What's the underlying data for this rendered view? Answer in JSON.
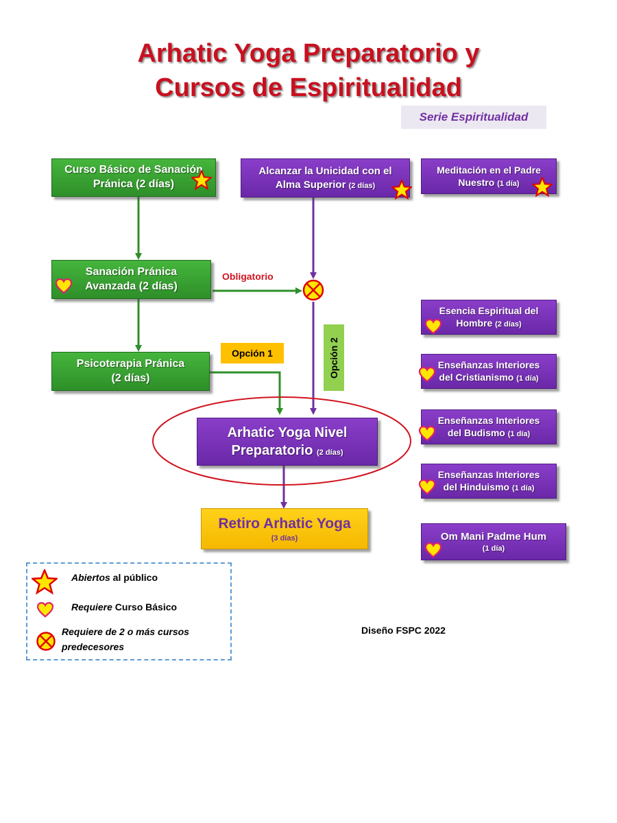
{
  "title": {
    "line1": "Arhatic Yoga Preparatorio y",
    "line2": "Cursos de Espiritualidad"
  },
  "series_label": "Serie Espiritualidad",
  "courses": {
    "curso_basico": {
      "line1": "Curso Básico de Sanación",
      "line2": "Pránica (2 días)",
      "icon": "star-icon"
    },
    "sanacion_avanzada": {
      "line1": "Sanación Pránica",
      "line2": "Avanzada (2 días)",
      "icon": "heart-icon"
    },
    "psicoterapia": {
      "line1": "Psicoterapia Pránica",
      "line2": "(2 días)"
    },
    "alcanzar_unicidad": {
      "line1": "Alcanzar la Unicidad con el",
      "line2": "Alma Superior",
      "duration": "(2 días)",
      "icon": "star-icon"
    },
    "meditacion_padre": {
      "line1": "Meditación en el Padre",
      "line2": "Nuestro",
      "duration": "(1 día)",
      "icon": "star-icon"
    },
    "arhatic_preparatorio": {
      "line1": "Arhatic Yoga Nivel",
      "line2": "Preparatorio",
      "duration": "(2 días)"
    },
    "retiro": {
      "line1": "Retiro Arhatic Yoga",
      "duration": "(3 días)"
    },
    "esencia": {
      "line1": "Esencia Espiritual del",
      "line2": "Hombre",
      "duration": "(2 días)",
      "icon": "heart-icon"
    },
    "cristianismo": {
      "line1": "Enseñanzas Interiores",
      "line2": "del Cristianismo",
      "duration": "(1 día)",
      "icon": "heart-icon"
    },
    "budismo": {
      "line1": "Enseñanzas Interiores",
      "line2": "del Budismo",
      "duration": "(1 día)",
      "icon": "heart-icon"
    },
    "hinduismo": {
      "line1": "Enseñanzas Interiores",
      "line2": "del Hinduismo",
      "duration": "(1 día)",
      "icon": "heart-icon"
    },
    "om_mani": {
      "line1": "Om Mani Padme Hum",
      "duration": "(1 día)",
      "icon": "heart-icon"
    }
  },
  "connector_labels": {
    "obligatorio": "Obligatorio",
    "opcion1": "Opción 1",
    "opcion2": "Opción 2"
  },
  "legend": {
    "star_em": "Abiertos",
    "star_rest": " al público",
    "heart_em": "Requiere",
    "heart_rest": " Curso Básico",
    "circle_line1": "Requiere de 2 o más cursos",
    "circle_line2": "predecesores"
  },
  "footer": "Diseño FSPC 2022",
  "colors": {
    "title_red": "#c8101f",
    "green": "#2e8f29",
    "purple": "#7030a0",
    "gold": "#ffc000",
    "star_fill": "#ffe600",
    "star_stroke": "#e00000",
    "heart_fill": "#ffe600",
    "heart_stroke": "#e0206a",
    "legend_border": "#5b9bd5",
    "option2_green": "#92d050"
  }
}
